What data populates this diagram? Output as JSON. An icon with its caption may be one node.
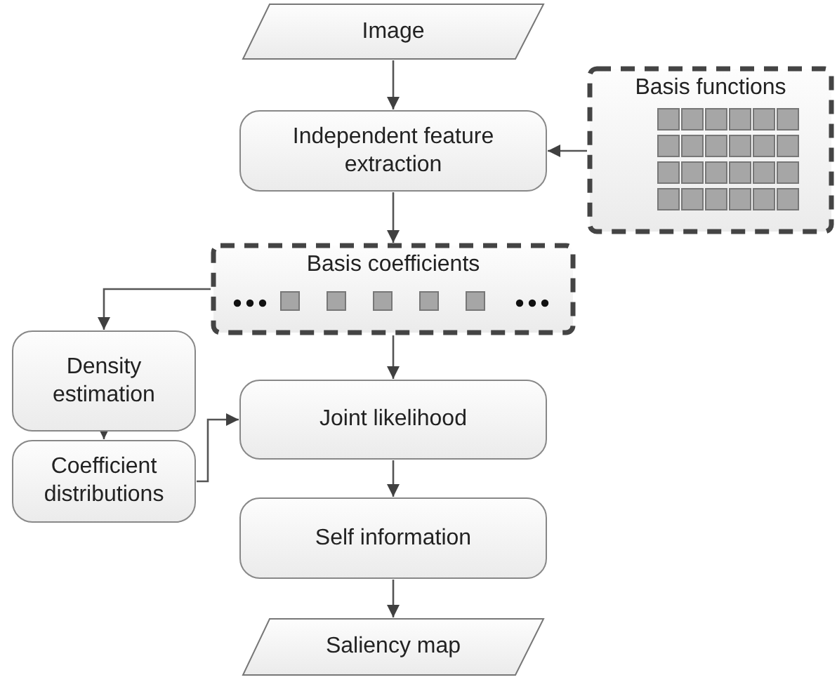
{
  "diagram": {
    "nodes": [
      {
        "text": [
          "Image"
        ]
      },
      {
        "text": [
          "Independent feature extraction"
        ]
      },
      {
        "text": [
          "Basis functions"
        ]
      },
      {
        "text": [
          "Basis coefficients"
        ]
      },
      {
        "text": [
          "Density estimation"
        ]
      },
      {
        "text": [
          "Coefficient distributions"
        ]
      },
      {
        "text": [
          "Joint likelihood"
        ]
      },
      {
        "text": [
          "Self information"
        ]
      },
      {
        "text": [
          "Saliency map"
        ]
      }
    ],
    "edges": [
      {
        "from": 0,
        "to": 1,
        "arrow": "to"
      },
      {
        "from": 2,
        "to": 1,
        "arrow": "to"
      },
      {
        "from": 1,
        "to": 3,
        "arrow": "to"
      },
      {
        "from": 3,
        "to": 4,
        "arrow": "to"
      },
      {
        "from": 3,
        "to": 6,
        "arrow": "to"
      },
      {
        "from": 4,
        "to": 5,
        "arrow": "to"
      },
      {
        "from": 5,
        "to": 6,
        "arrow": "to"
      },
      {
        "from": 6,
        "to": 7,
        "arrow": "to"
      },
      {
        "from": 7,
        "to": 8,
        "arrow": "to"
      }
    ]
  }
}
